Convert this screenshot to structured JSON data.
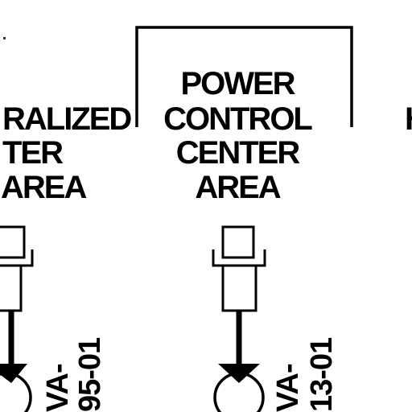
{
  "areas": {
    "left": {
      "lines": [
        "RALIZED",
        "TER",
        "AREA"
      ]
    },
    "center": {
      "lines": [
        "POWER",
        "CONTROL",
        "CENTER",
        "AREA"
      ]
    },
    "right": {
      "lines": [
        "H"
      ]
    }
  },
  "tags": {
    "left": {
      "lines": [
        "VA-",
        "95-01"
      ]
    },
    "center": {
      "lines": [
        "VA-",
        "13-01"
      ]
    }
  }
}
